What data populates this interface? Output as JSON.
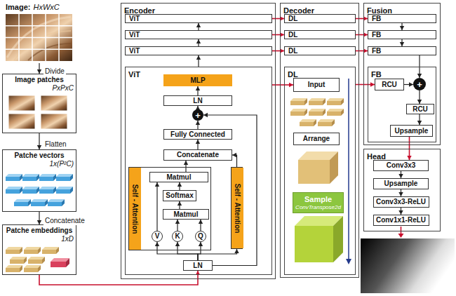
{
  "diagram": {
    "nodes": [
      {
        "text": [
          "Image:",
          "HxWxC"
        ]
      },
      {
        "text": [
          "Image patches",
          "PxPxC"
        ]
      },
      {
        "text": [
          "Patche vectors",
          "1x(P²C)"
        ]
      },
      {
        "text": [
          "Patche embeddings",
          "1xD"
        ]
      },
      {
        "text": [
          "Encoder"
        ]
      },
      {
        "text": [
          "ViT"
        ],
        "in": 4
      },
      {
        "text": [
          "ViT"
        ],
        "in": 4
      },
      {
        "text": [
          "ViT"
        ],
        "in": 4
      },
      {
        "text": [
          "ViT"
        ],
        "in": 4
      },
      {
        "text": [
          "MLP"
        ],
        "in": 8
      },
      {
        "text": [
          "LN"
        ],
        "in": 8
      },
      {
        "text": [
          "+"
        ],
        "in": 8
      },
      {
        "text": [
          "Fully Connected"
        ],
        "in": 8
      },
      {
        "text": [
          "Concatenate"
        ],
        "in": 8
      },
      {
        "text": [
          "Self - Attention"
        ],
        "in": 8
      },
      {
        "text": [
          "Matmul"
        ],
        "in": 14
      },
      {
        "text": [
          "Softmax"
        ],
        "in": 14
      },
      {
        "text": [
          "Matmul"
        ],
        "in": 14
      },
      {
        "text": [
          "V"
        ],
        "in": 14
      },
      {
        "text": [
          "K"
        ],
        "in": 14
      },
      {
        "text": [
          "Q"
        ],
        "in": 14
      },
      {
        "text": [
          "Self - Attention"
        ],
        "in": 8
      },
      {
        "text": [
          "LN"
        ],
        "in": 8
      },
      {
        "text": [
          "Decoder"
        ]
      },
      {
        "text": [
          "DL"
        ],
        "in": 23
      },
      {
        "text": [
          "DL"
        ],
        "in": 23
      },
      {
        "text": [
          "DL"
        ],
        "in": 23
      },
      {
        "text": [
          "DL"
        ],
        "in": 23
      },
      {
        "text": [
          "Input"
        ],
        "in": 27
      },
      {
        "text": [
          "Arrange"
        ],
        "in": 27
      },
      {
        "text": [
          "Sample",
          "ConvTranspose2d"
        ],
        "in": 27
      },
      {
        "text": [
          "Fusion"
        ]
      },
      {
        "text": [
          "FB"
        ],
        "in": 31
      },
      {
        "text": [
          "FB"
        ],
        "in": 31
      },
      {
        "text": [
          "FB"
        ],
        "in": 31
      },
      {
        "text": [
          "FB"
        ],
        "in": 31
      },
      {
        "text": [
          "RCU"
        ],
        "in": 35
      },
      {
        "text": [
          "+"
        ],
        "in": 35
      },
      {
        "text": [
          "RCU"
        ],
        "in": 35
      },
      {
        "text": [
          "Upsample"
        ],
        "in": 35
      },
      {
        "text": [
          "Head"
        ]
      },
      {
        "text": [
          "Conv3x3"
        ],
        "in": 40
      },
      {
        "text": [
          "Upsample"
        ],
        "in": 40
      },
      {
        "text": [
          "Conv3x3-ReLU"
        ],
        "in": 40
      },
      {
        "text": [
          "Conv1x1-ReLU"
        ],
        "in": 40
      }
    ],
    "edges": [
      {
        "from": 0,
        "to": 1,
        "label": "Divide",
        "arrow": "to"
      },
      {
        "from": 1,
        "to": 2,
        "label": "Flatten",
        "arrow": "to"
      },
      {
        "from": 2,
        "to": 3,
        "label": "Concatenate",
        "arrow": "to"
      },
      {
        "from": 3,
        "to": 22,
        "arrow": "to"
      },
      {
        "from": 22,
        "to": 18,
        "arrow": "to"
      },
      {
        "from": 22,
        "to": 19,
        "arrow": "to"
      },
      {
        "from": 22,
        "to": 20,
        "arrow": "to"
      },
      {
        "from": 22,
        "to": 21,
        "arrow": "to"
      },
      {
        "from": 18,
        "to": 15,
        "arrow": "to"
      },
      {
        "from": 19,
        "to": 17,
        "arrow": "to"
      },
      {
        "from": 20,
        "to": 17,
        "arrow": "to"
      },
      {
        "from": 17,
        "to": 16,
        "arrow": "to"
      },
      {
        "from": 16,
        "to": 15,
        "arrow": "to"
      },
      {
        "from": 15,
        "to": 13,
        "arrow": "to"
      },
      {
        "from": 21,
        "to": 13,
        "arrow": "to"
      },
      {
        "from": 13,
        "to": 12,
        "arrow": "to"
      },
      {
        "from": 12,
        "to": 11,
        "arrow": "to"
      },
      {
        "from": 11,
        "to": 10,
        "arrow": "to"
      },
      {
        "from": 10,
        "to": 9,
        "arrow": "to"
      },
      {
        "from": 22,
        "to": 11,
        "arrow": "to"
      },
      {
        "from": 8,
        "to": 7,
        "arrow": "to"
      },
      {
        "from": 7,
        "to": 6,
        "arrow": "to"
      },
      {
        "from": 6,
        "to": 5,
        "arrow": "to"
      },
      {
        "from": 5,
        "to": 24,
        "arrow": "to"
      },
      {
        "from": 6,
        "to": 25,
        "arrow": "to"
      },
      {
        "from": 7,
        "to": 26,
        "arrow": "to"
      },
      {
        "from": 8,
        "to": 28,
        "arrow": "to"
      },
      {
        "from": 24,
        "to": 32,
        "arrow": "to"
      },
      {
        "from": 25,
        "to": 33,
        "arrow": "to"
      },
      {
        "from": 26,
        "to": 34,
        "arrow": "to"
      },
      {
        "from": 27,
        "to": 36,
        "arrow": "to"
      },
      {
        "from": 32,
        "to": 33,
        "arrow": "to"
      },
      {
        "from": 33,
        "to": 34,
        "arrow": "to"
      },
      {
        "from": 34,
        "to": 37,
        "arrow": "to"
      },
      {
        "from": 36,
        "to": 37,
        "arrow": "to"
      },
      {
        "from": 37,
        "to": 38,
        "arrow": "to"
      },
      {
        "from": 38,
        "to": 39,
        "arrow": "to"
      },
      {
        "from": 39,
        "to": 41,
        "arrow": "to"
      },
      {
        "from": 41,
        "to": 42,
        "arrow": "to"
      },
      {
        "from": 42,
        "to": 43,
        "arrow": "to"
      },
      {
        "from": 43,
        "to": 44,
        "arrow": "to"
      }
    ]
  }
}
